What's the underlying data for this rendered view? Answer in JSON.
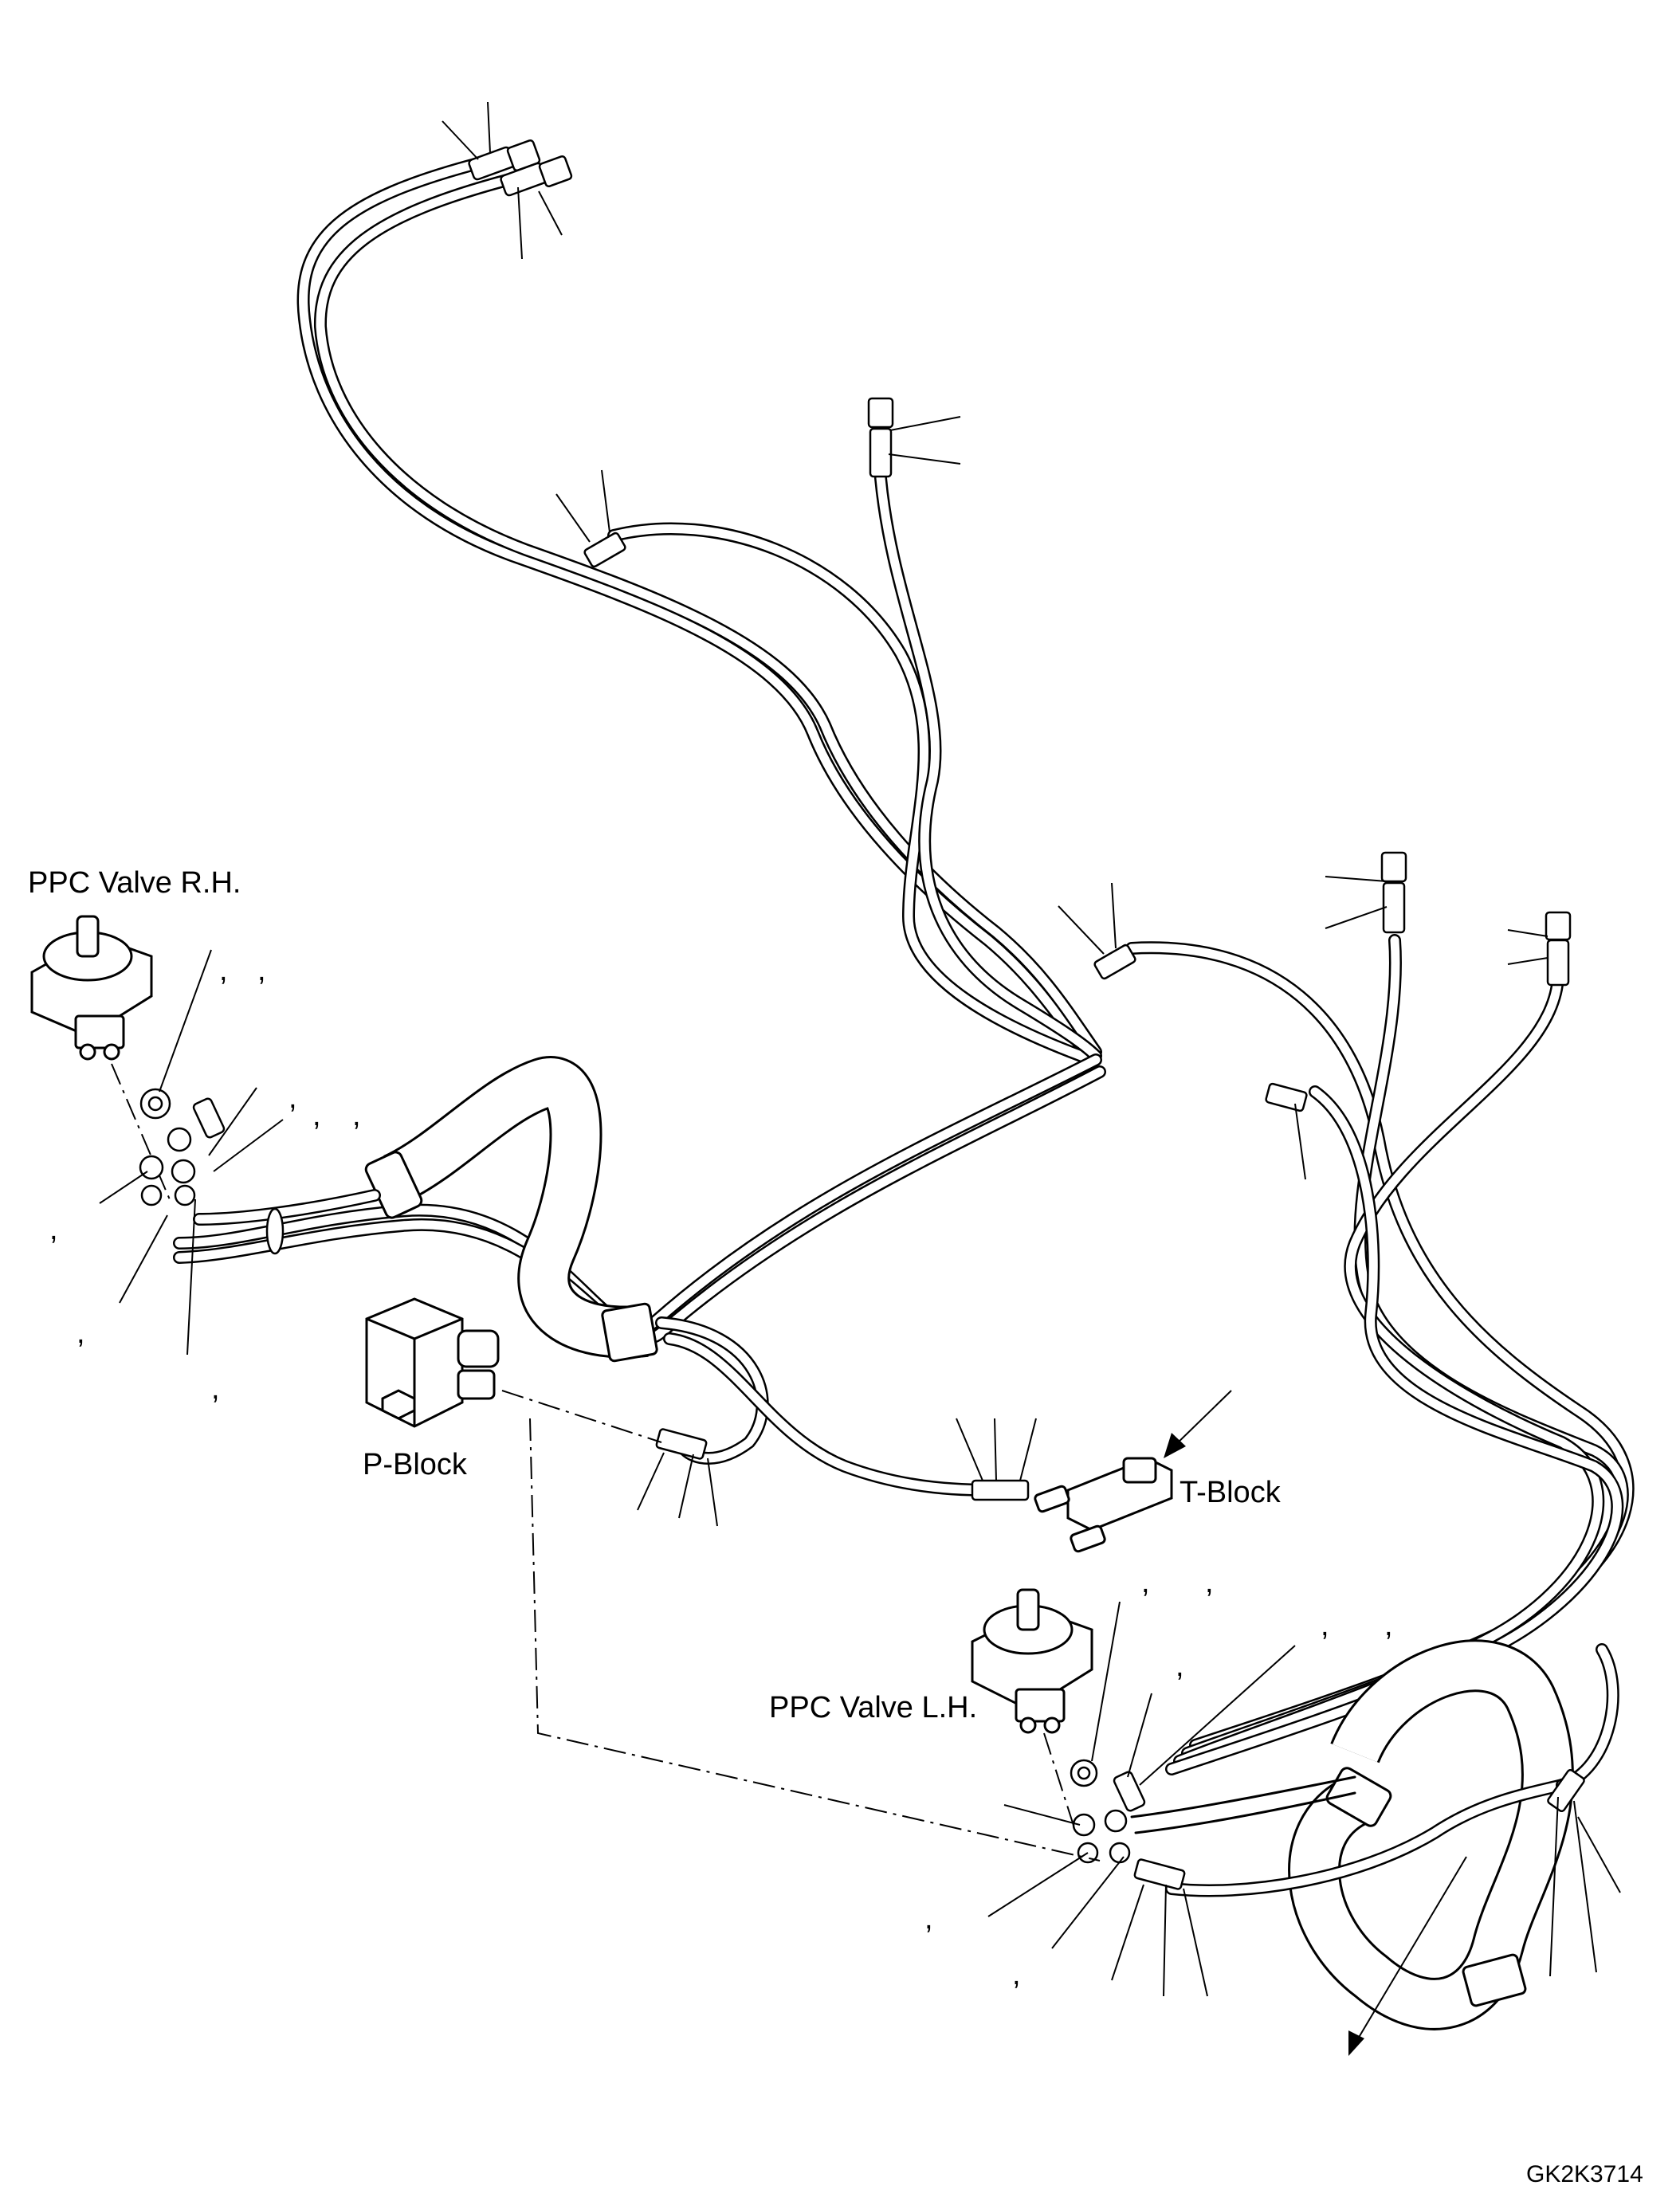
{
  "labels": {
    "ppc_rh": "PPC Valve R.H.",
    "ppc_lh": "PPC Valve L.H.",
    "p_block": "P-Block",
    "t_block": "T-Block",
    "drawing_code": "GK2K3714"
  },
  "separator": ",",
  "icons": [
    "ppc-valve-icon",
    "p-block-icon",
    "t-block-icon",
    "hose-fitting-icon",
    "direction-arrow-icon"
  ]
}
